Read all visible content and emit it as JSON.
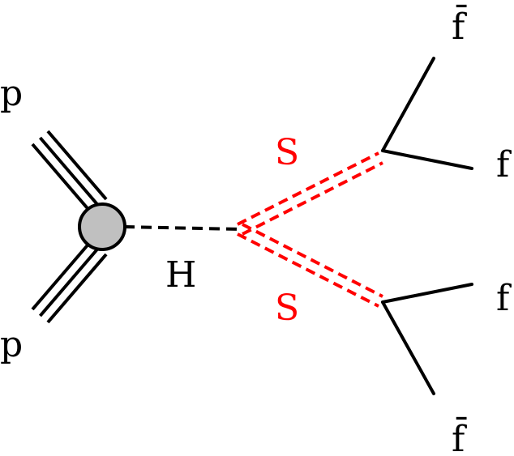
{
  "diagram": {
    "labels": {
      "proton_top": "p",
      "proton_bottom": "p",
      "higgs": "H",
      "scalar_top": "S",
      "scalar_bottom": "S",
      "fermion_top_bar": "f̄",
      "fermion_top": "f",
      "fermion_bottom": "f",
      "fermion_bottom_bar": "f̄"
    },
    "colors": {
      "ink": "#000000",
      "scalar": "#ff0000",
      "blob_fill": "#c0c0c0"
    }
  }
}
